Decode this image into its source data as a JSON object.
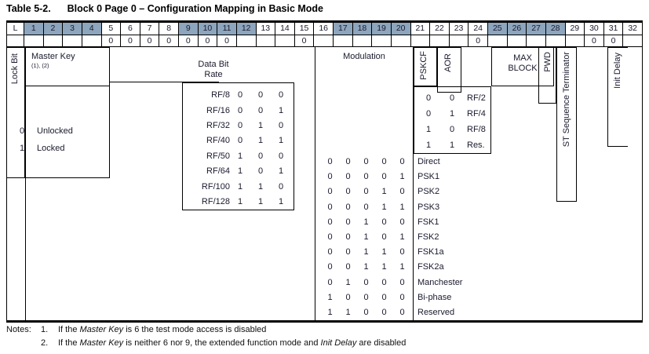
{
  "title": "Table 5-2.      Block 0 Page 0 – Configuration Mapping in Basic Mode",
  "header": {
    "lock_label": "L",
    "bits": [
      "1",
      "2",
      "3",
      "4",
      "5",
      "6",
      "7",
      "8",
      "9",
      "10",
      "11",
      "12",
      "13",
      "14",
      "15",
      "16",
      "17",
      "18",
      "19",
      "20",
      "21",
      "22",
      "23",
      "24",
      "25",
      "26",
      "27",
      "28",
      "29",
      "30",
      "31",
      "32"
    ],
    "shaded_bits": [
      1,
      2,
      3,
      4,
      9,
      10,
      11,
      12,
      17,
      18,
      19,
      20,
      25,
      26,
      27,
      28
    ]
  },
  "zero_row": {
    "zero_bits": [
      5,
      6,
      7,
      8,
      9,
      10,
      11,
      15,
      24,
      30,
      31
    ],
    "zero_value": "0"
  },
  "fields": {
    "lock_bit": "Lock Bit",
    "master_key": "Master Key",
    "master_key_notes": "(1), (2)",
    "data_bit_rate": "Data Bit\nRate",
    "modulation": "Modulation",
    "pskcf": "PSKCF",
    "aor": "AOR",
    "max_block": "MAX\nBLOCK",
    "pwd": "PWD",
    "st_sequence_terminator": "ST Sequence Terminator",
    "init_delay": "Init Delay"
  },
  "lock_bit_table": {
    "rows": [
      {
        "bit": "0",
        "label": "Unlocked"
      },
      {
        "bit": "1",
        "label": "Locked"
      }
    ]
  },
  "data_bit_rate_table": {
    "rows": [
      {
        "name": "RF/8",
        "bits": [
          "0",
          "0",
          "0"
        ]
      },
      {
        "name": "RF/16",
        "bits": [
          "0",
          "0",
          "1"
        ]
      },
      {
        "name": "RF/32",
        "bits": [
          "0",
          "1",
          "0"
        ]
      },
      {
        "name": "RF/40",
        "bits": [
          "0",
          "1",
          "1"
        ]
      },
      {
        "name": "RF/50",
        "bits": [
          "1",
          "0",
          "0"
        ]
      },
      {
        "name": "RF/64",
        "bits": [
          "1",
          "0",
          "1"
        ]
      },
      {
        "name": "RF/100",
        "bits": [
          "1",
          "1",
          "0"
        ]
      },
      {
        "name": "RF/128",
        "bits": [
          "1",
          "1",
          "1"
        ]
      }
    ]
  },
  "pskcf_table": {
    "rows": [
      {
        "bits": [
          "0",
          "0"
        ],
        "label": "RF/2"
      },
      {
        "bits": [
          "0",
          "1"
        ],
        "label": "RF/4"
      },
      {
        "bits": [
          "1",
          "0"
        ],
        "label": "RF/8"
      },
      {
        "bits": [
          "1",
          "1"
        ],
        "label": "Res."
      }
    ]
  },
  "modulation_table": {
    "rows": [
      {
        "bits": [
          "0",
          "0",
          "0",
          "0",
          "0"
        ],
        "label": "Direct"
      },
      {
        "bits": [
          "0",
          "0",
          "0",
          "0",
          "1"
        ],
        "label": "PSK1"
      },
      {
        "bits": [
          "0",
          "0",
          "0",
          "1",
          "0"
        ],
        "label": "PSK2"
      },
      {
        "bits": [
          "0",
          "0",
          "0",
          "1",
          "1"
        ],
        "label": "PSK3"
      },
      {
        "bits": [
          "0",
          "0",
          "1",
          "0",
          "0"
        ],
        "label": "FSK1"
      },
      {
        "bits": [
          "0",
          "0",
          "1",
          "0",
          "1"
        ],
        "label": "FSK2"
      },
      {
        "bits": [
          "0",
          "0",
          "1",
          "1",
          "0"
        ],
        "label": "FSK1a"
      },
      {
        "bits": [
          "0",
          "0",
          "1",
          "1",
          "1"
        ],
        "label": "FSK2a"
      },
      {
        "bits": [
          "0",
          "1",
          "0",
          "0",
          "0"
        ],
        "label": "Manchester"
      },
      {
        "bits": [
          "1",
          "0",
          "0",
          "0",
          "0"
        ],
        "label": "Bi-phase"
      },
      {
        "bits": [
          "1",
          "1",
          "0",
          "0",
          "0"
        ],
        "label": "Reserved"
      }
    ]
  },
  "notes": {
    "heading": "Notes:",
    "items": [
      {
        "num": "1.",
        "text": "If the Master Key is 6 the test mode access is disabled"
      },
      {
        "num": "2.",
        "text": "If the Master Key is neither 6 nor 9, the extended function mode and Init Delay are disabled"
      }
    ]
  },
  "colors": {
    "header_shade": "#8da5bd",
    "rule": "#000000",
    "text": "#1a1a2e"
  }
}
